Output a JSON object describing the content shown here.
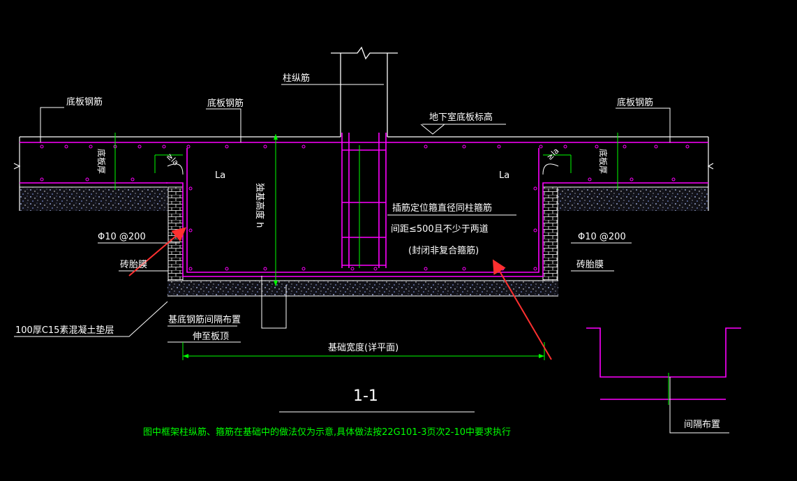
{
  "labels": {
    "column_rebar": "柱纵筋",
    "slab_rebar_left": "底板钢筋",
    "slab_rebar_mid": "底板钢筋",
    "slab_rebar_right": "底板钢筋",
    "basement_slab_elevation": "地下室底板标高",
    "slab_thickness_left": "底板厚",
    "slab_thickness_right": "底板厚",
    "la_left": "La",
    "la_right": "La",
    "anchor_left": "≥la",
    "anchor_right": "≥la",
    "foundation_height": "独基高度 h",
    "positioning_stirrup": "插筋定位箍直径同柱箍筋",
    "spacing_note_1": "间距≤500且不少于两道",
    "spacing_note_2": "(封闭非复合箍筋)",
    "rebar_spec_left": "Φ10 @200",
    "rebar_spec_right": "Φ10 @200",
    "brick_form_left": "砖胎膜",
    "brick_form_right": "砖胎膜",
    "cushion": "100厚C15素混凝土垫层",
    "base_rebar_spacing": "基底钢筋间隔布置",
    "extend_to_top": "伸至板顶",
    "foundation_width": "基础宽度(详平面)",
    "section_name": "1-1",
    "note": "图中框架柱纵筋、箍筋在基础中的做法仅为示意,具体做法按22G101-3页次2-10中要求执行",
    "interval_layout": "间隔布置"
  },
  "colors": {
    "background": "#000000",
    "rebar": "#ff00ff",
    "dimension": "#00ff00",
    "text": "#ffffff",
    "note": "#00ff00",
    "arrow": "#ff3030",
    "brick": "#ffffff"
  }
}
